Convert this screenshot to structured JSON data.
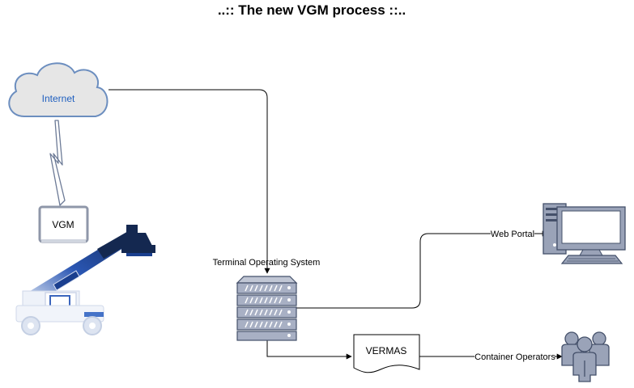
{
  "diagram": {
    "title": "..:: The new VGM process ::..",
    "nodes": {
      "internet": {
        "label": "Internet"
      },
      "vgm": {
        "label": "VGM"
      },
      "reach_stacker": {
        "icon": "reach-stacker-icon"
      },
      "tos": {
        "label": "Terminal Operating System",
        "icon": "server-rack-icon"
      },
      "workstation": {
        "icon": "desktop-computer-icon"
      },
      "vermas": {
        "label": "VERMAS",
        "shape": "document"
      },
      "operators": {
        "icon": "user-group-icon"
      }
    },
    "edges": [
      {
        "from": "internet",
        "to": "tos",
        "label": ""
      },
      {
        "from": "tos",
        "to": "workstation",
        "label": "Web Portal"
      },
      {
        "from": "tos",
        "to": "vermas",
        "label": ""
      },
      {
        "from": "vermas",
        "to": "operators",
        "label": "Container Operators"
      },
      {
        "from": "internet",
        "to": "vgm",
        "label": "",
        "style": "wireless"
      }
    ],
    "colors": {
      "cloud_fill": "#e6e6e6",
      "cloud_stroke": "#6c8ebf",
      "internet_text": "#1f5fbf",
      "icon_gray": "#9aa3b8",
      "icon_dark": "#44506a",
      "crane_blue": "#1a3f8f",
      "crane_navy": "#142850",
      "line": "#000000"
    }
  }
}
